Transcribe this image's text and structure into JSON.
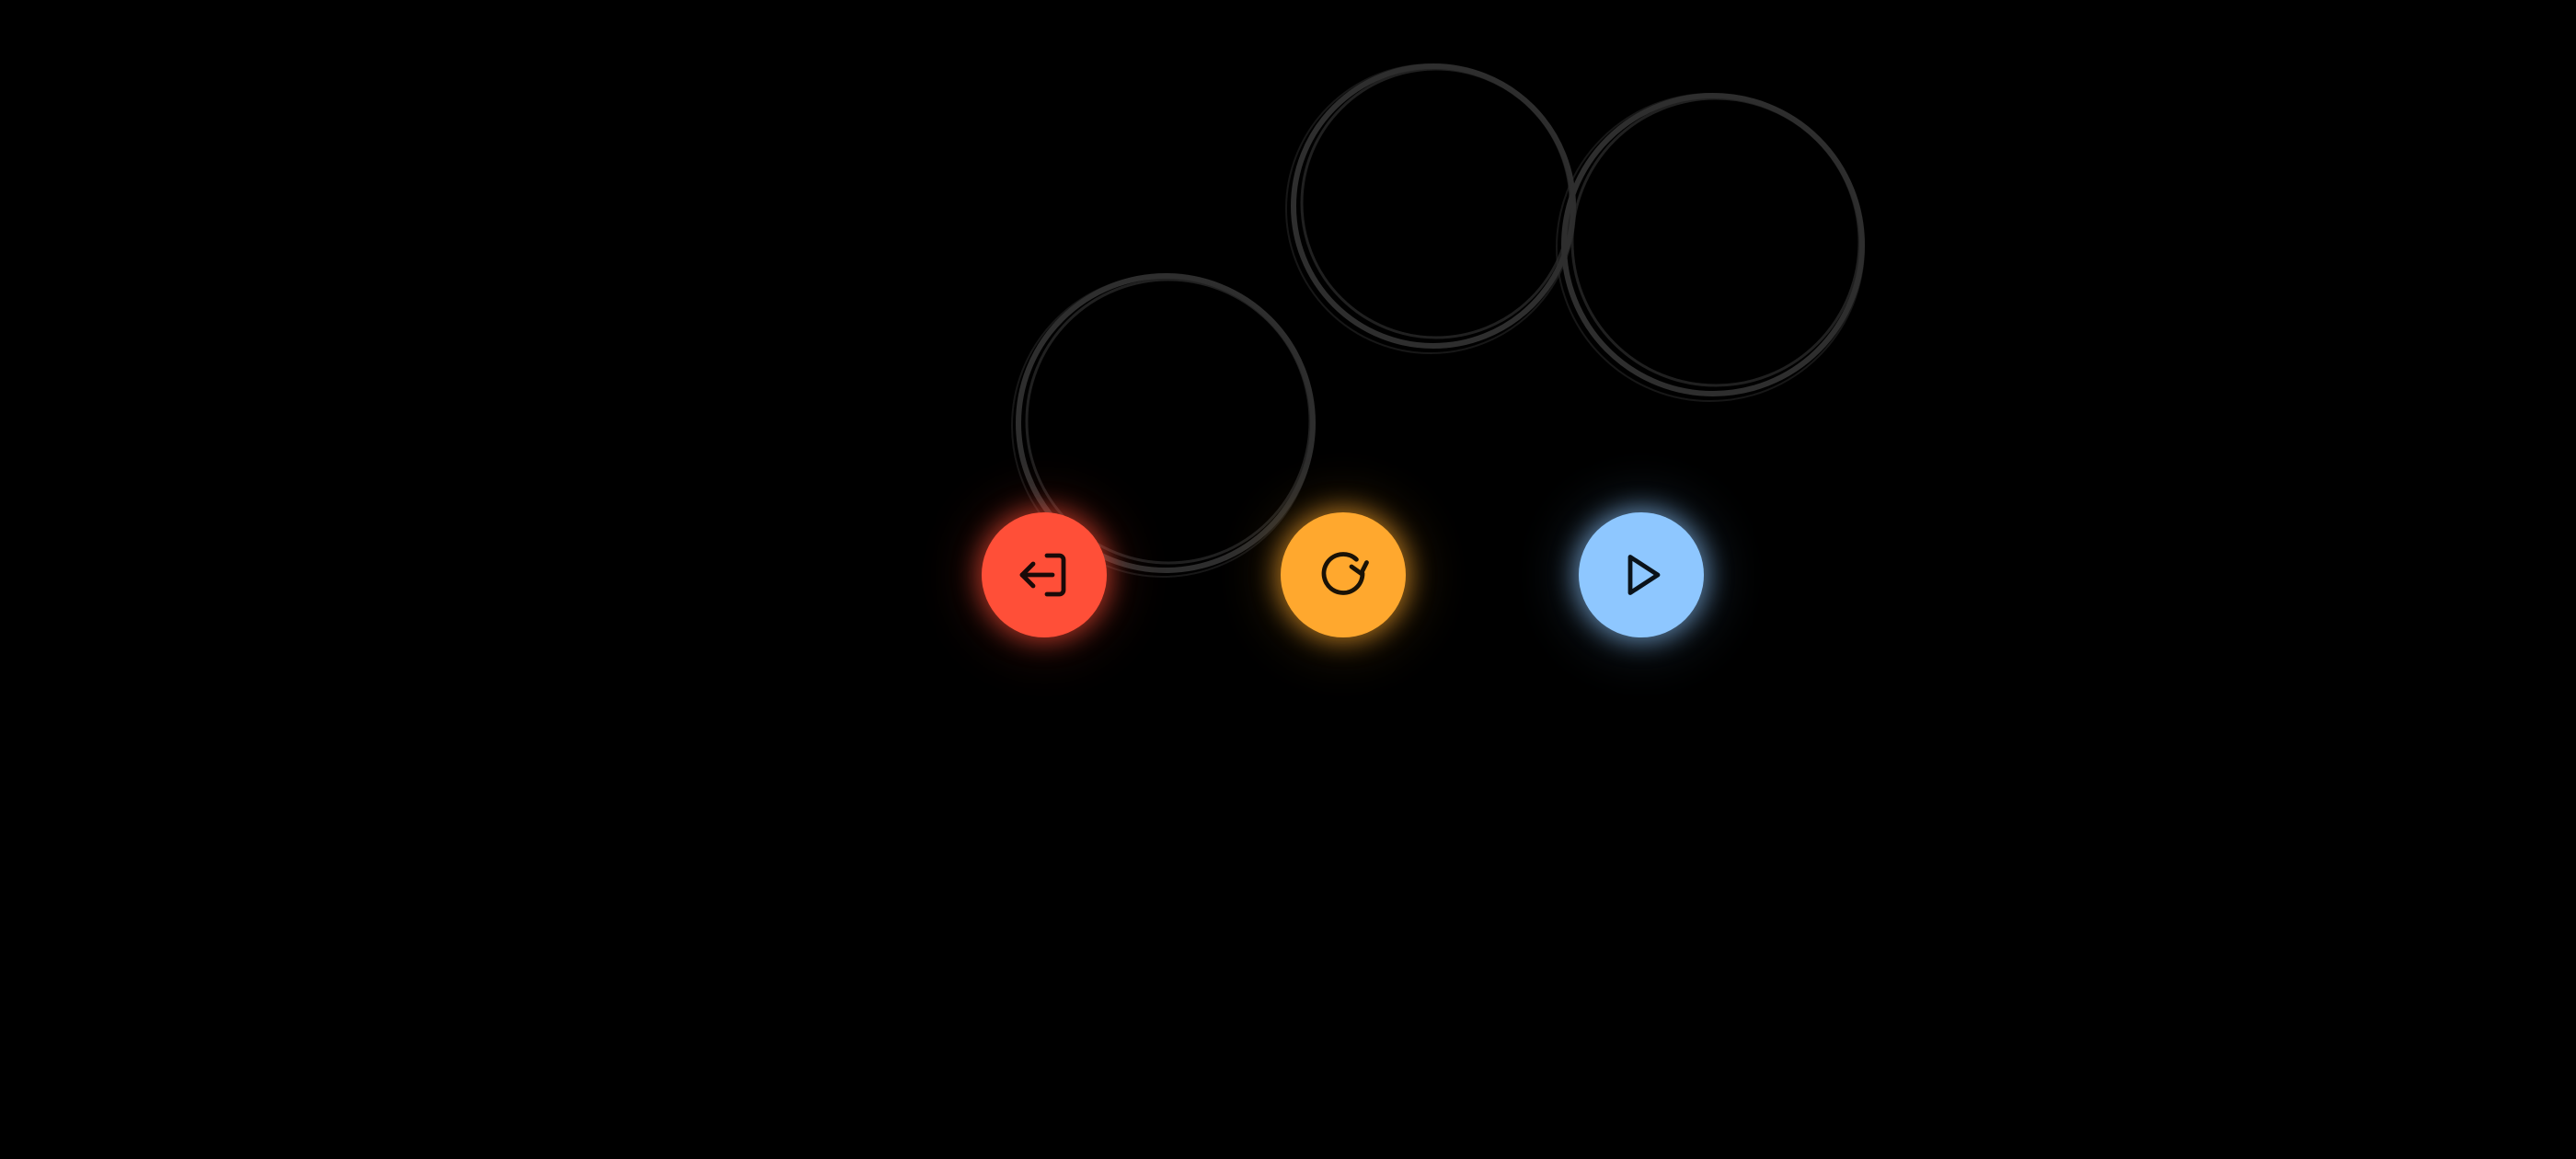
{
  "game": {
    "targets": [
      {
        "name": "target-ring-1"
      },
      {
        "name": "target-ring-2"
      },
      {
        "name": "target-ring-3"
      }
    ],
    "ring_color": "#2e2e2e"
  },
  "controls": {
    "exit": {
      "icon": "exit-icon",
      "color": "#ff4f38",
      "glow": "#ff4f38"
    },
    "restart": {
      "icon": "restart-icon",
      "color": "#ffa82e",
      "glow": "#ffa82e"
    },
    "play": {
      "icon": "play-icon",
      "color": "#8ec7ff",
      "glow": "#8ec7ff"
    }
  }
}
